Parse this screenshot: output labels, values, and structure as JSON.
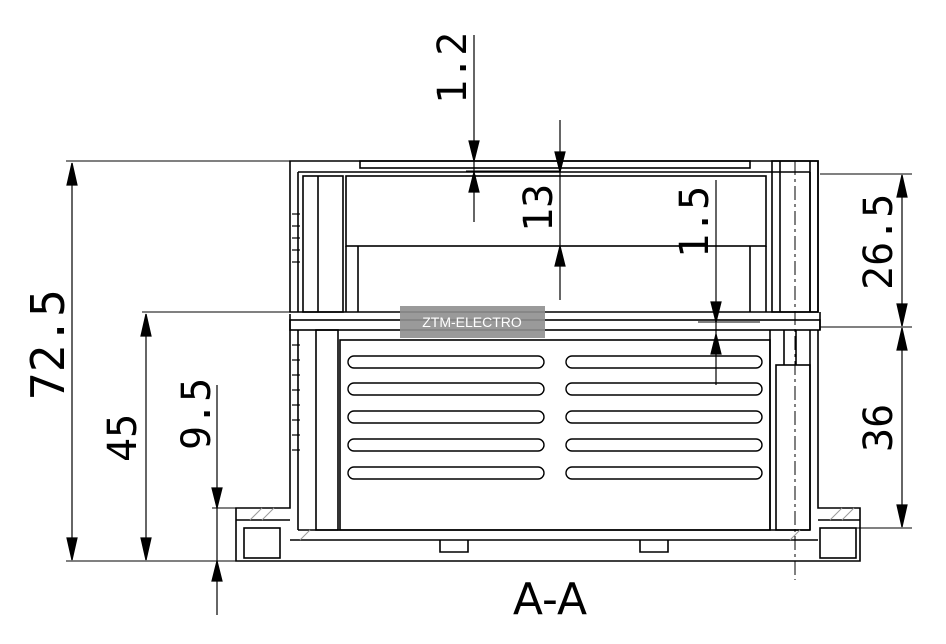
{
  "drawing": {
    "section_label": "A-A",
    "watermark": "ZTM-ELECTRO",
    "dimensions": {
      "overall_height": "72.5",
      "lower_height": "45",
      "base_height": "9.5",
      "top_plate": "1.2",
      "fan_height": "13",
      "gap": "1.5",
      "upper_right": "26.5",
      "lower_right": "36"
    },
    "colors": {
      "line": "#000000",
      "hatch": "#9a9a9a",
      "watermark_bg": "#8f8f8f"
    }
  }
}
